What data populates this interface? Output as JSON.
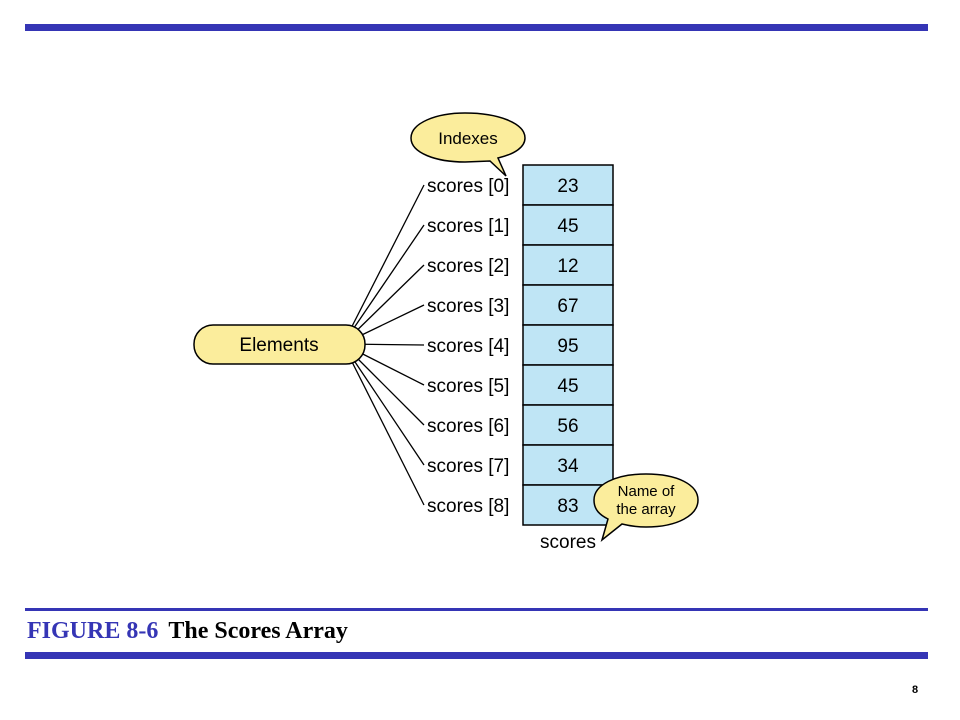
{
  "caption": {
    "figure_label": "FIGURE 8-6",
    "title": "The Scores Array"
  },
  "page_number": "8",
  "diagram": {
    "array_name": "scores",
    "elements_callout": "Elements",
    "indexes_callout": "Indexes",
    "name_callout_line1": "Name of",
    "name_callout_line2": "the array",
    "labels": [
      "scores [0]",
      "scores [1]",
      "scores [2]",
      "scores [3]",
      "scores [4]",
      "scores [5]",
      "scores [6]",
      "scores [7]",
      "scores [8]"
    ],
    "values": [
      "23",
      "45",
      "12",
      "67",
      "95",
      "45",
      "56",
      "34",
      "83"
    ]
  },
  "colors": {
    "accent": "#3535b5",
    "cell_fill": "#bfe5f5",
    "callout_fill": "#fbed9c"
  }
}
